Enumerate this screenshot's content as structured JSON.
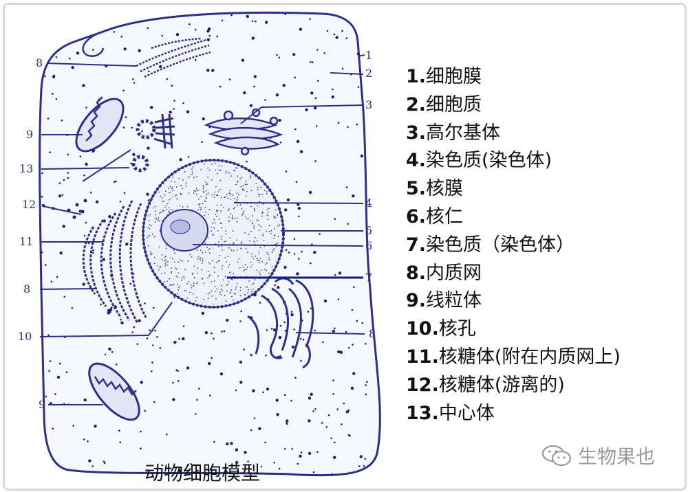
{
  "caption": "动物细胞模型",
  "watermark": {
    "text": "生物果也",
    "icon": "wechat-icon"
  },
  "colors": {
    "stroke": "#2b2f8a",
    "dots": "#1c1f6e",
    "text": "#111111",
    "watermark": "#9a9a9a"
  },
  "legend": [
    {
      "num": "1.",
      "label": "细胞膜"
    },
    {
      "num": "2.",
      "label": "细胞质"
    },
    {
      "num": "3.",
      "label": "高尔基体"
    },
    {
      "num": "4.",
      "label": "染色质(染色体)"
    },
    {
      "num": "5.",
      "label": "核膜"
    },
    {
      "num": "6.",
      "label": "核仁"
    },
    {
      "num": "7.",
      "label": "染色质（染色体）"
    },
    {
      "num": "8.",
      "label": "内质网"
    },
    {
      "num": "9.",
      "label": "线粒体"
    },
    {
      "num": "10.",
      "label": "核孔"
    },
    {
      "num": "11.",
      "label": "核糖体(附在内质网上)"
    },
    {
      "num": "12.",
      "label": "核糖体(游离的)"
    },
    {
      "num": "13.",
      "label": "中心体"
    }
  ],
  "callouts": [
    "1",
    "2",
    "3",
    "4",
    "5",
    "6",
    "7",
    "8",
    "8",
    "8",
    "9",
    "9",
    "10",
    "11",
    "12",
    "13"
  ]
}
